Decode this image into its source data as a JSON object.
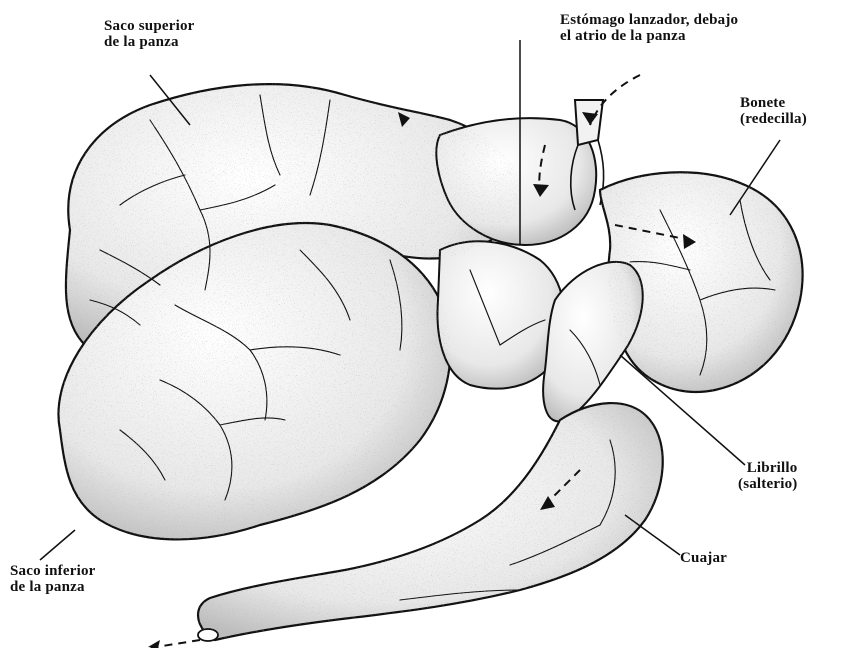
{
  "figure": {
    "labels": {
      "saco_superior": {
        "line1": "Saco superior",
        "line2": "de la panza"
      },
      "estomago": {
        "line1": "Estómago lanzador, debajo",
        "line2": "el atrio de la panza"
      },
      "bonete": {
        "line1": "Bonete",
        "line2": "(redecilla)"
      },
      "librillo": {
        "line1": "Librillo",
        "line2": "(salterio)"
      },
      "cuajar": {
        "line1": "Cuajar"
      },
      "saco_inferior": {
        "line1": "Saco inferior",
        "line2": "de la panza"
      }
    },
    "colors": {
      "ink": "#111111",
      "stipple": "#555555",
      "paper": "#ffffff"
    }
  }
}
